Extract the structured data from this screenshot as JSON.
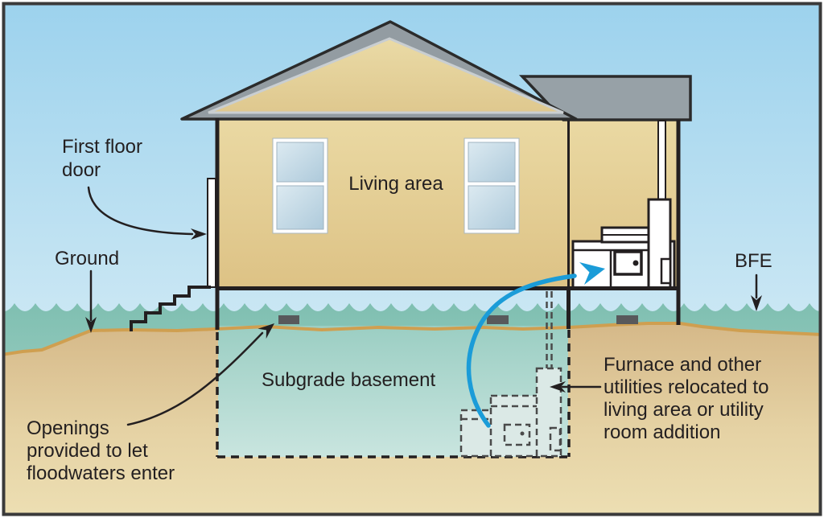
{
  "figure": {
    "type": "flood-mitigation-cross-section-diagram",
    "labels": {
      "first_floor_door": {
        "line1": "First floor",
        "line2": "door"
      },
      "ground": "Ground",
      "living_area": "Living area",
      "bfe": "BFE",
      "subgrade_basement": "Subgrade basement",
      "openings": {
        "line1": "Openings",
        "line2": "provided to let",
        "line3": "floodwaters enter"
      },
      "furnace": {
        "line1": "Furnace and other",
        "line2": "utilities relocated to",
        "line3": "living area or utility",
        "line4": "room addition"
      }
    },
    "colors": {
      "sky_top": "#9FD4EE",
      "sky_bottom": "#E9F5F8",
      "water": "#85C2B4",
      "basement_water": "#ABD7CD",
      "ground": "#DFC795",
      "ground_line": "#CF9F50",
      "wall_tan": "#E5CF97",
      "roof_gray": "#939CA2",
      "outline": "#2B2B2B",
      "accent_arrow_blue": "#1B9CD8",
      "vent_gray": "#58595B",
      "ghost_fill": "#DCEAE7",
      "text": "#231F20",
      "glass_blue": "#C6DBE8",
      "white": "#FFFFFF"
    }
  }
}
